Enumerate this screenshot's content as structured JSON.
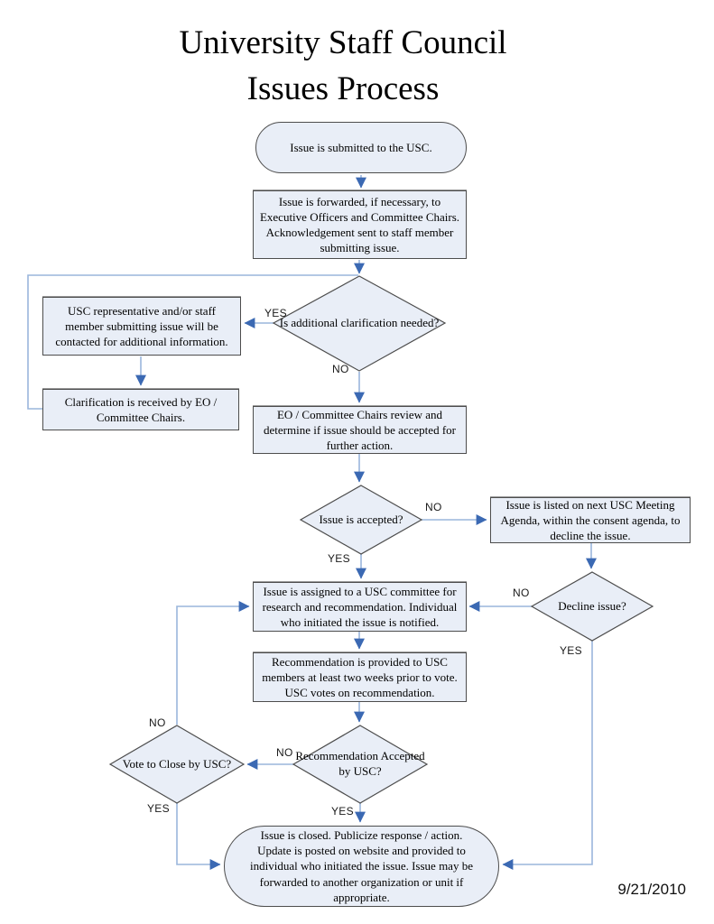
{
  "title": {
    "line1": "University Staff Council",
    "line2": "Issues Process"
  },
  "date": "9/21/2010",
  "colors": {
    "node_fill": "#e9eef7",
    "node_border": "#4d4d4d",
    "connector": "#9ab6dc",
    "arrowhead": "#3b69b3",
    "text": "#000000"
  },
  "nodes": {
    "start": {
      "label": "Issue is submitted to the USC."
    },
    "forward": {
      "label": "Issue is forwarded, if necessary, to Executive Officers and Committee Chairs. Acknowledgement sent to staff member submitting issue."
    },
    "clarification_needed": {
      "label": "Is additional clarification needed?"
    },
    "usc_rep": {
      "label": "USC representative and/or staff member submitting issue will be contacted for additional information."
    },
    "clarification_received": {
      "label": "Clarification is received by EO / Committee Chairs."
    },
    "eo_review": {
      "label": "EO / Committee Chairs review and determine if issue should be accepted for further action."
    },
    "issue_accepted": {
      "label": "Issue is accepted?"
    },
    "listed_agenda": {
      "label": "Issue is listed on next USC Meeting Agenda, within the consent agenda, to decline the issue."
    },
    "decline_issue": {
      "label": "Decline issue?"
    },
    "assigned": {
      "label": "Issue is assigned to a USC committee for research and recommendation. Individual who initiated the issue is notified."
    },
    "recommendation": {
      "label": "Recommendation is provided to USC members at least two weeks prior to vote. USC votes on recommendation."
    },
    "rec_accepted": {
      "label": "Recommendation Accepted by USC?"
    },
    "vote_close": {
      "label": "Vote to Close by USC?"
    },
    "end": {
      "label": "Issue is closed.  Publicize response / action. Update is posted on website and provided to individual who initiated the issue.  Issue may be forwarded to another organization or unit if appropriate."
    }
  },
  "edge_labels": {
    "clar_yes": "YES",
    "clar_no": "NO",
    "accepted_no": "NO",
    "accepted_yes": "YES",
    "decline_no": "NO",
    "decline_yes": "YES",
    "rec_no": "NO",
    "rec_yes": "YES",
    "vote_no": "NO",
    "vote_yes": "YES"
  }
}
